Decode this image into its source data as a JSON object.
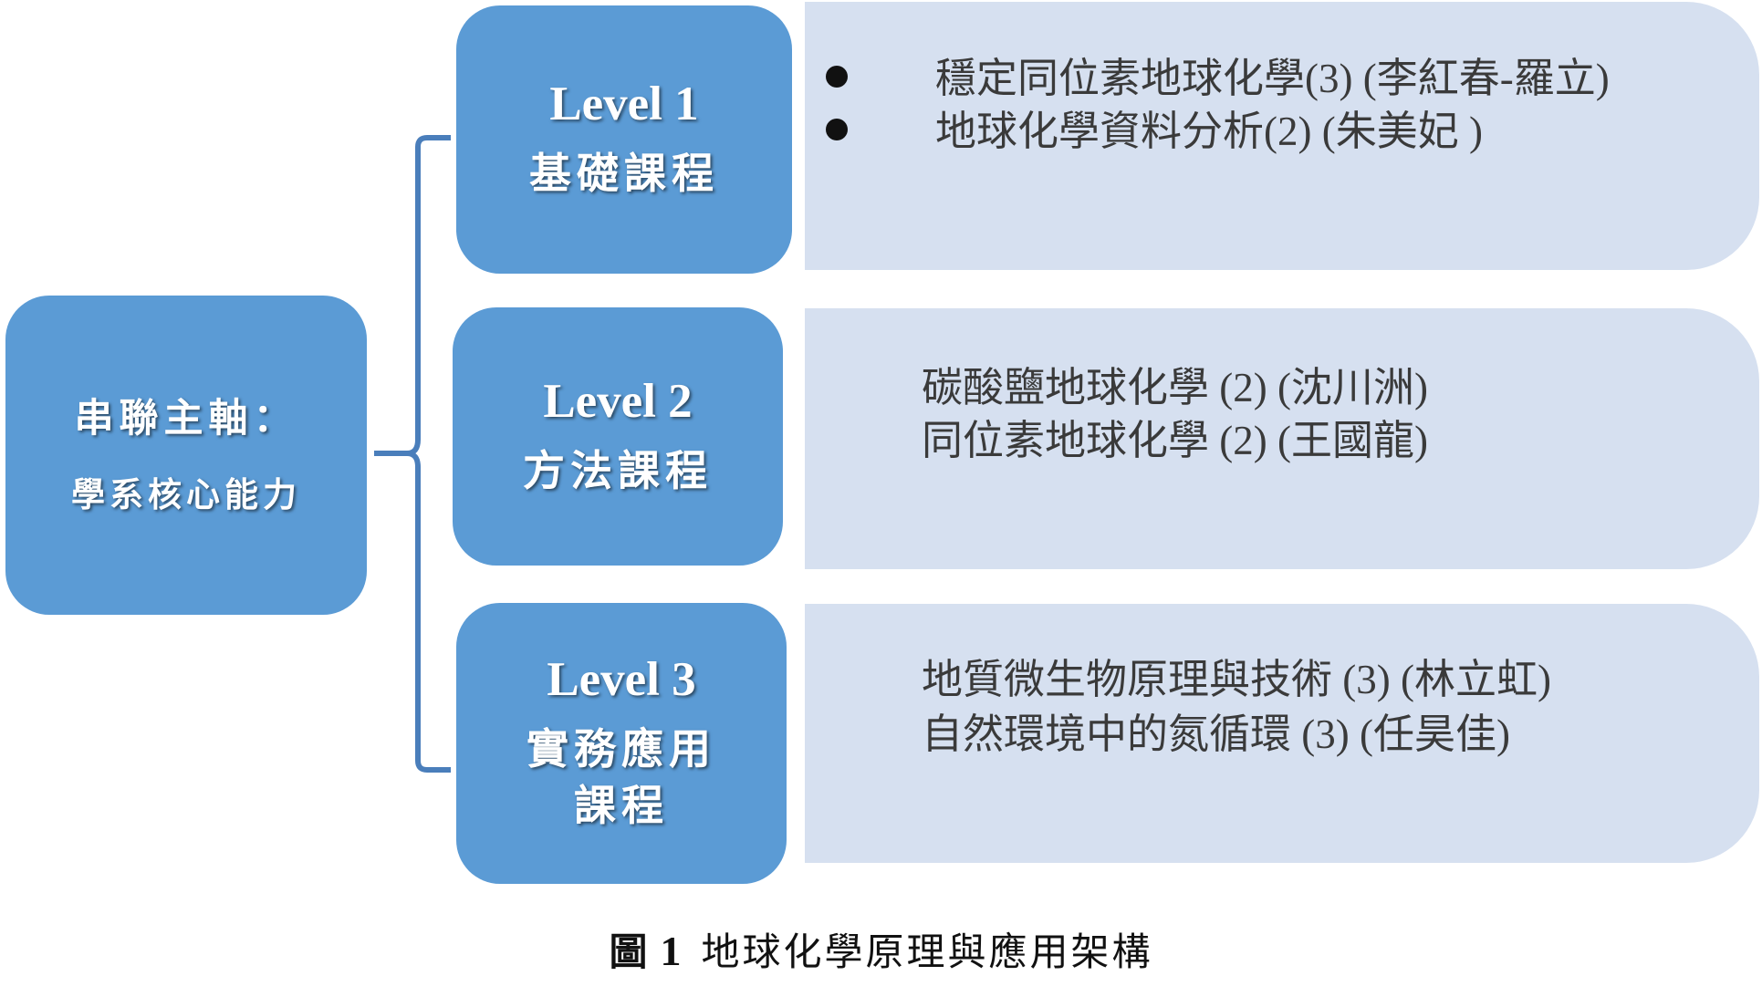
{
  "root": {
    "line1": "串聯主軸：",
    "line2": "學系核心能力"
  },
  "levels": [
    {
      "level": "Level 1",
      "category": "基礎課程",
      "category2": "",
      "courses": [
        "穩定同位素地球化學(3) (李紅春-羅立)",
        "地球化學資料分析(2) (朱美妃 )"
      ],
      "bulleted": true
    },
    {
      "level": "Level 2",
      "category": "方法課程",
      "category2": "",
      "courses": [
        "碳酸鹽地球化學 (2) (沈川洲)",
        "同位素地球化學 (2) (王國龍)"
      ],
      "bulleted": false
    },
    {
      "level": "Level 3",
      "category": "實務應用",
      "category2": "課程",
      "courses": [
        "地質微生物原理與技術 (3) (林立虹)",
        "自然環境中的氮循環 (3)  (任昊佳)"
      ],
      "bulleted": false
    }
  ],
  "caption": {
    "figure_label": "圖",
    "figure_number": "1",
    "title": "地球化學原理與應用架構"
  },
  "colors": {
    "box_fill": "#5b9bd5",
    "panel_fill": "#d6e0f0",
    "bracket": "#4a7ebb",
    "text": "#3a3a3a"
  }
}
